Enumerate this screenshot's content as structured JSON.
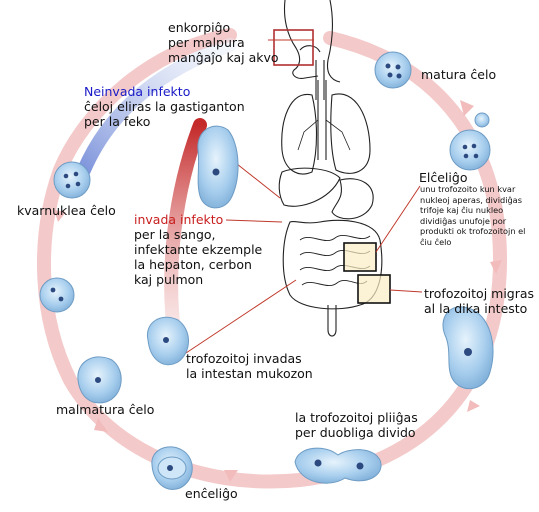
{
  "labels": {
    "ingestion": [
      "enkorpiĝo",
      "per malpura",
      "manĝaĵo kaj akvo"
    ],
    "mature_cyst": "matura ĉelo",
    "excystation_title": "Elĉeliĝo",
    "excystation_desc": [
      "unu trofozoito kun kvar",
      "nukleoj aperas, dividiĝas",
      "trifoje kaj ĉiu nukleo",
      "dividiĝas unufoje por",
      "produkti ok trofozoitojn el",
      "ĉiu ĉelo"
    ],
    "migration": [
      "trofozoitoj migras",
      "al la dika intesto"
    ],
    "binary_fission": [
      "la trofozoitoj pliiĝas",
      "per duobliga divido"
    ],
    "encystation": "enĉeliĝo",
    "immature_cyst": "malmatura ĉelo",
    "quadrinucleate_cyst": "kvarnuklea ĉelo",
    "noninvasive_title": "Neinvada infekto",
    "noninvasive_desc": [
      "ĉeloj eliras la gastiganton",
      "per la feko"
    ],
    "invasive_title": "invada infekto",
    "invasive_desc": [
      "per la sango,",
      "infektante ekzemple",
      "la hepaton, cerbon",
      "kaj pulmon"
    ],
    "mucosa": [
      "trofozoitoj invadas",
      "la intestan mukozon"
    ]
  },
  "colors": {
    "cycle_arrow": "#f4c9c9",
    "invasive": "#c81e1e",
    "noninvasive": "#1a1ac8",
    "cell_fill": "#aed2ee",
    "cell_stroke": "#6e9cc4",
    "nucleus": "#2c4a80",
    "pointer_line": "#c0392b"
  }
}
